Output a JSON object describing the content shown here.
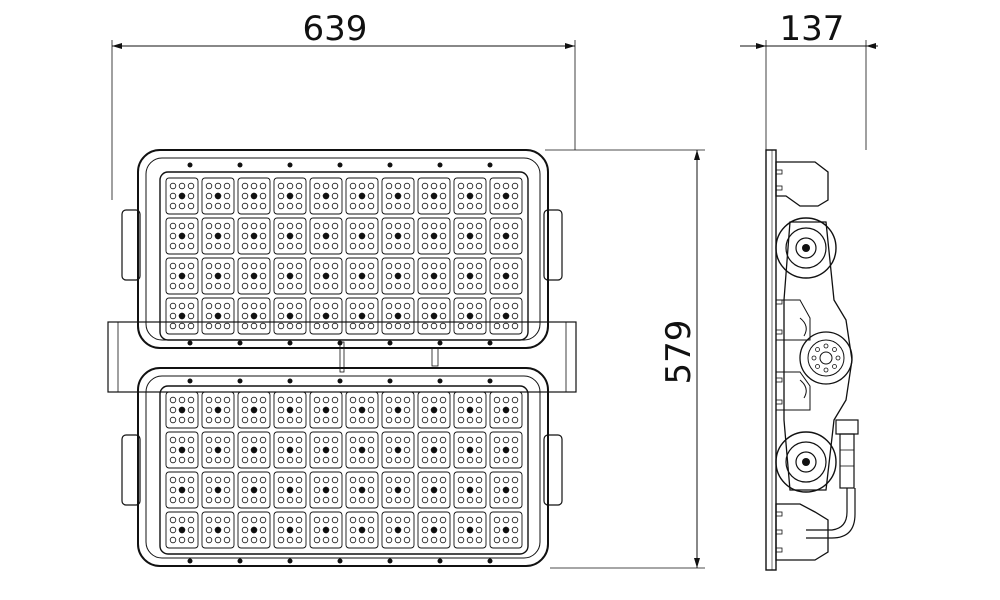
{
  "dimensions": {
    "width": "639",
    "depth": "137",
    "height": "579"
  },
  "front_view": {
    "modules": 2,
    "led_rows_per_module": 4,
    "led_cols_per_module": 10
  },
  "colors": {
    "line": "#111111",
    "background": "#ffffff"
  }
}
